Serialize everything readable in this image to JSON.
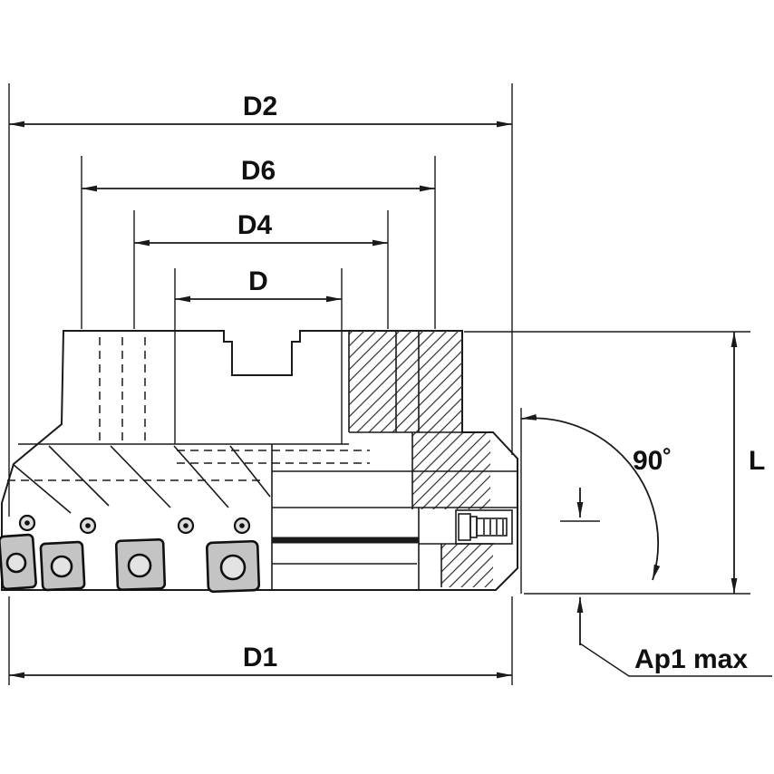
{
  "diagram": {
    "dimensions": {
      "d2": "D2",
      "d6": "D6",
      "d4": "D4",
      "d": "D",
      "d1": "D1",
      "l": "L",
      "angle": "90˚",
      "ap1": "Ap1 max"
    },
    "colors": {
      "background": "#ffffff",
      "line": "#1a1a1a",
      "body": "#b7b7b7",
      "insert": "#c4c4c4",
      "hole": "#e3e3e3",
      "screw": "#cfcfcf"
    }
  }
}
